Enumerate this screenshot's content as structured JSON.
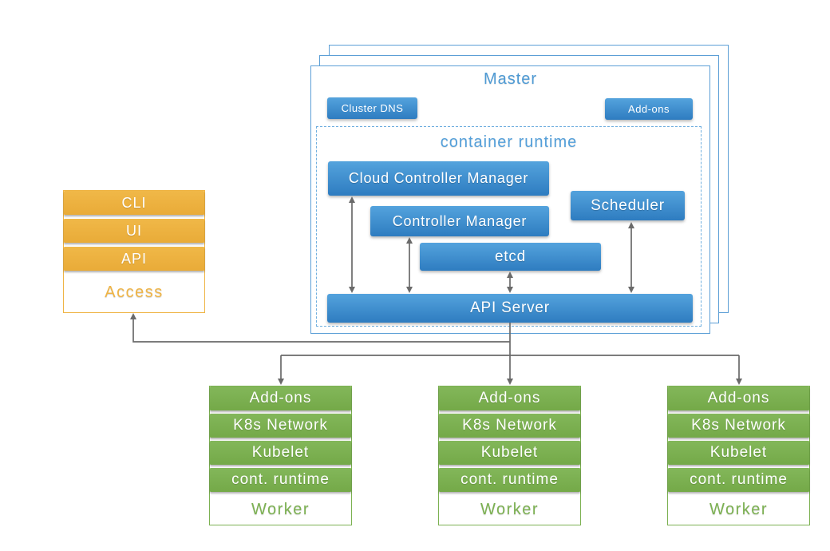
{
  "master": {
    "title": "Master",
    "badges": [
      {
        "label": "Cluster DNS"
      },
      {
        "label": "Add-ons"
      }
    ],
    "runtime": {
      "title": "container runtime",
      "components": [
        {
          "label": "Cloud Controller Manager"
        },
        {
          "label": "Controller Manager"
        },
        {
          "label": "etcd"
        },
        {
          "label": "Scheduler"
        },
        {
          "label": "API Server"
        }
      ]
    }
  },
  "access": {
    "rows": [
      "CLI",
      "UI",
      "API"
    ],
    "label": "Access"
  },
  "workers": [
    {
      "rows": [
        "Add-ons",
        "K8s Network",
        "Kubelet",
        "cont. runtime"
      ],
      "label": "Worker"
    },
    {
      "rows": [
        "Add-ons",
        "K8s Network",
        "Kubelet",
        "cont. runtime"
      ],
      "label": "Worker"
    },
    {
      "rows": [
        "Add-ons",
        "K8s Network",
        "Kubelet",
        "cont. runtime"
      ],
      "label": "Worker"
    }
  ],
  "colors": {
    "box_blue_top": "#54a3dd",
    "box_blue_bottom": "#2e7cc0",
    "master_border_blue": "#5c9fd6",
    "dashed_border_blue": "#70afdf",
    "title_text_blue": "#4e9ad4",
    "worker_green": "#7cb152",
    "access_orange": "#efb445",
    "arrow_gray": "#6a6a6a"
  }
}
